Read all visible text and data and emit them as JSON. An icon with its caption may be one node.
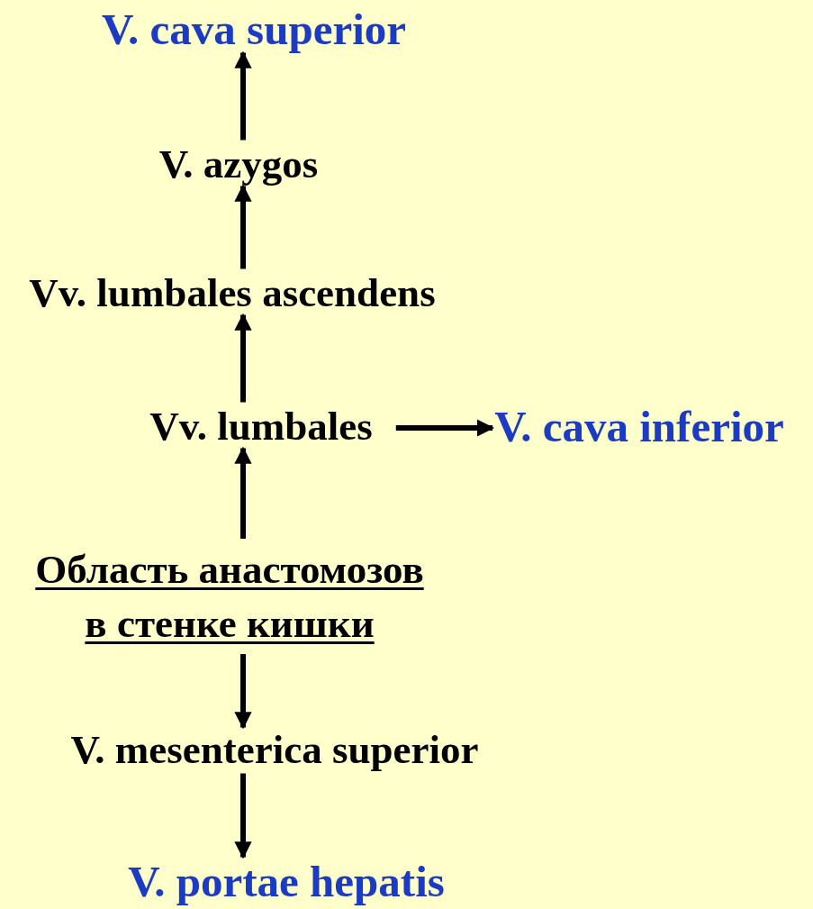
{
  "diagram": {
    "nodes": [
      {
        "text": [
          "V. cava superior"
        ]
      },
      {
        "text": [
          "V. azygos"
        ]
      },
      {
        "text": [
          "Vv. lumbales ascendens"
        ]
      },
      {
        "text": [
          "Vv. lumbales"
        ]
      },
      {
        "text": [
          "V. cava inferior"
        ]
      },
      {
        "text": [
          "Область анастомозов в стенке кишки"
        ]
      },
      {
        "text": [
          "V. mesenterica superior"
        ]
      },
      {
        "text": [
          "V. portae hepatis"
        ]
      }
    ],
    "edges": [
      {
        "from": 1,
        "to": 0,
        "arrow": "to"
      },
      {
        "from": 2,
        "to": 1,
        "arrow": "to"
      },
      {
        "from": 3,
        "to": 2,
        "arrow": "to"
      },
      {
        "from": 3,
        "to": 4,
        "arrow": "to"
      },
      {
        "from": 5,
        "to": 3,
        "arrow": "to"
      },
      {
        "from": 5,
        "to": 6,
        "arrow": "to"
      },
      {
        "from": 6,
        "to": 7,
        "arrow": "to"
      }
    ]
  }
}
